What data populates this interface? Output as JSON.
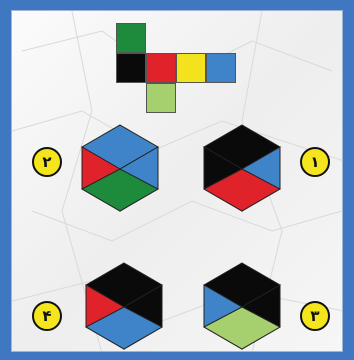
{
  "colors": {
    "frame": "#3f78c0",
    "paper": "#f3f3f3",
    "green": "#1e8a3c",
    "light_green": "#a6cf6e",
    "black": "#0a0a0a",
    "red": "#e0232a",
    "yellow": "#f4e21e",
    "blue": "#3f84c9",
    "badge_fill": "#f5e51c"
  },
  "net": {
    "cells": [
      "green",
      "black",
      "red",
      "yellow",
      "blue",
      "light_green"
    ]
  },
  "options": [
    {
      "label": "۲",
      "faces": {
        "top": "blue",
        "left": "red",
        "right": "blue",
        "bottom": "green"
      }
    },
    {
      "label": "۱",
      "faces": {
        "top": "black",
        "left": "black",
        "right": "blue",
        "bottom": "red"
      }
    },
    {
      "label": "۴",
      "faces": {
        "top": "black",
        "left": "red",
        "right": "black",
        "bottom": "blue"
      }
    },
    {
      "label": "۳",
      "faces": {
        "top": "black",
        "left": "blue",
        "right": "black",
        "bottom": "light_green"
      }
    }
  ]
}
